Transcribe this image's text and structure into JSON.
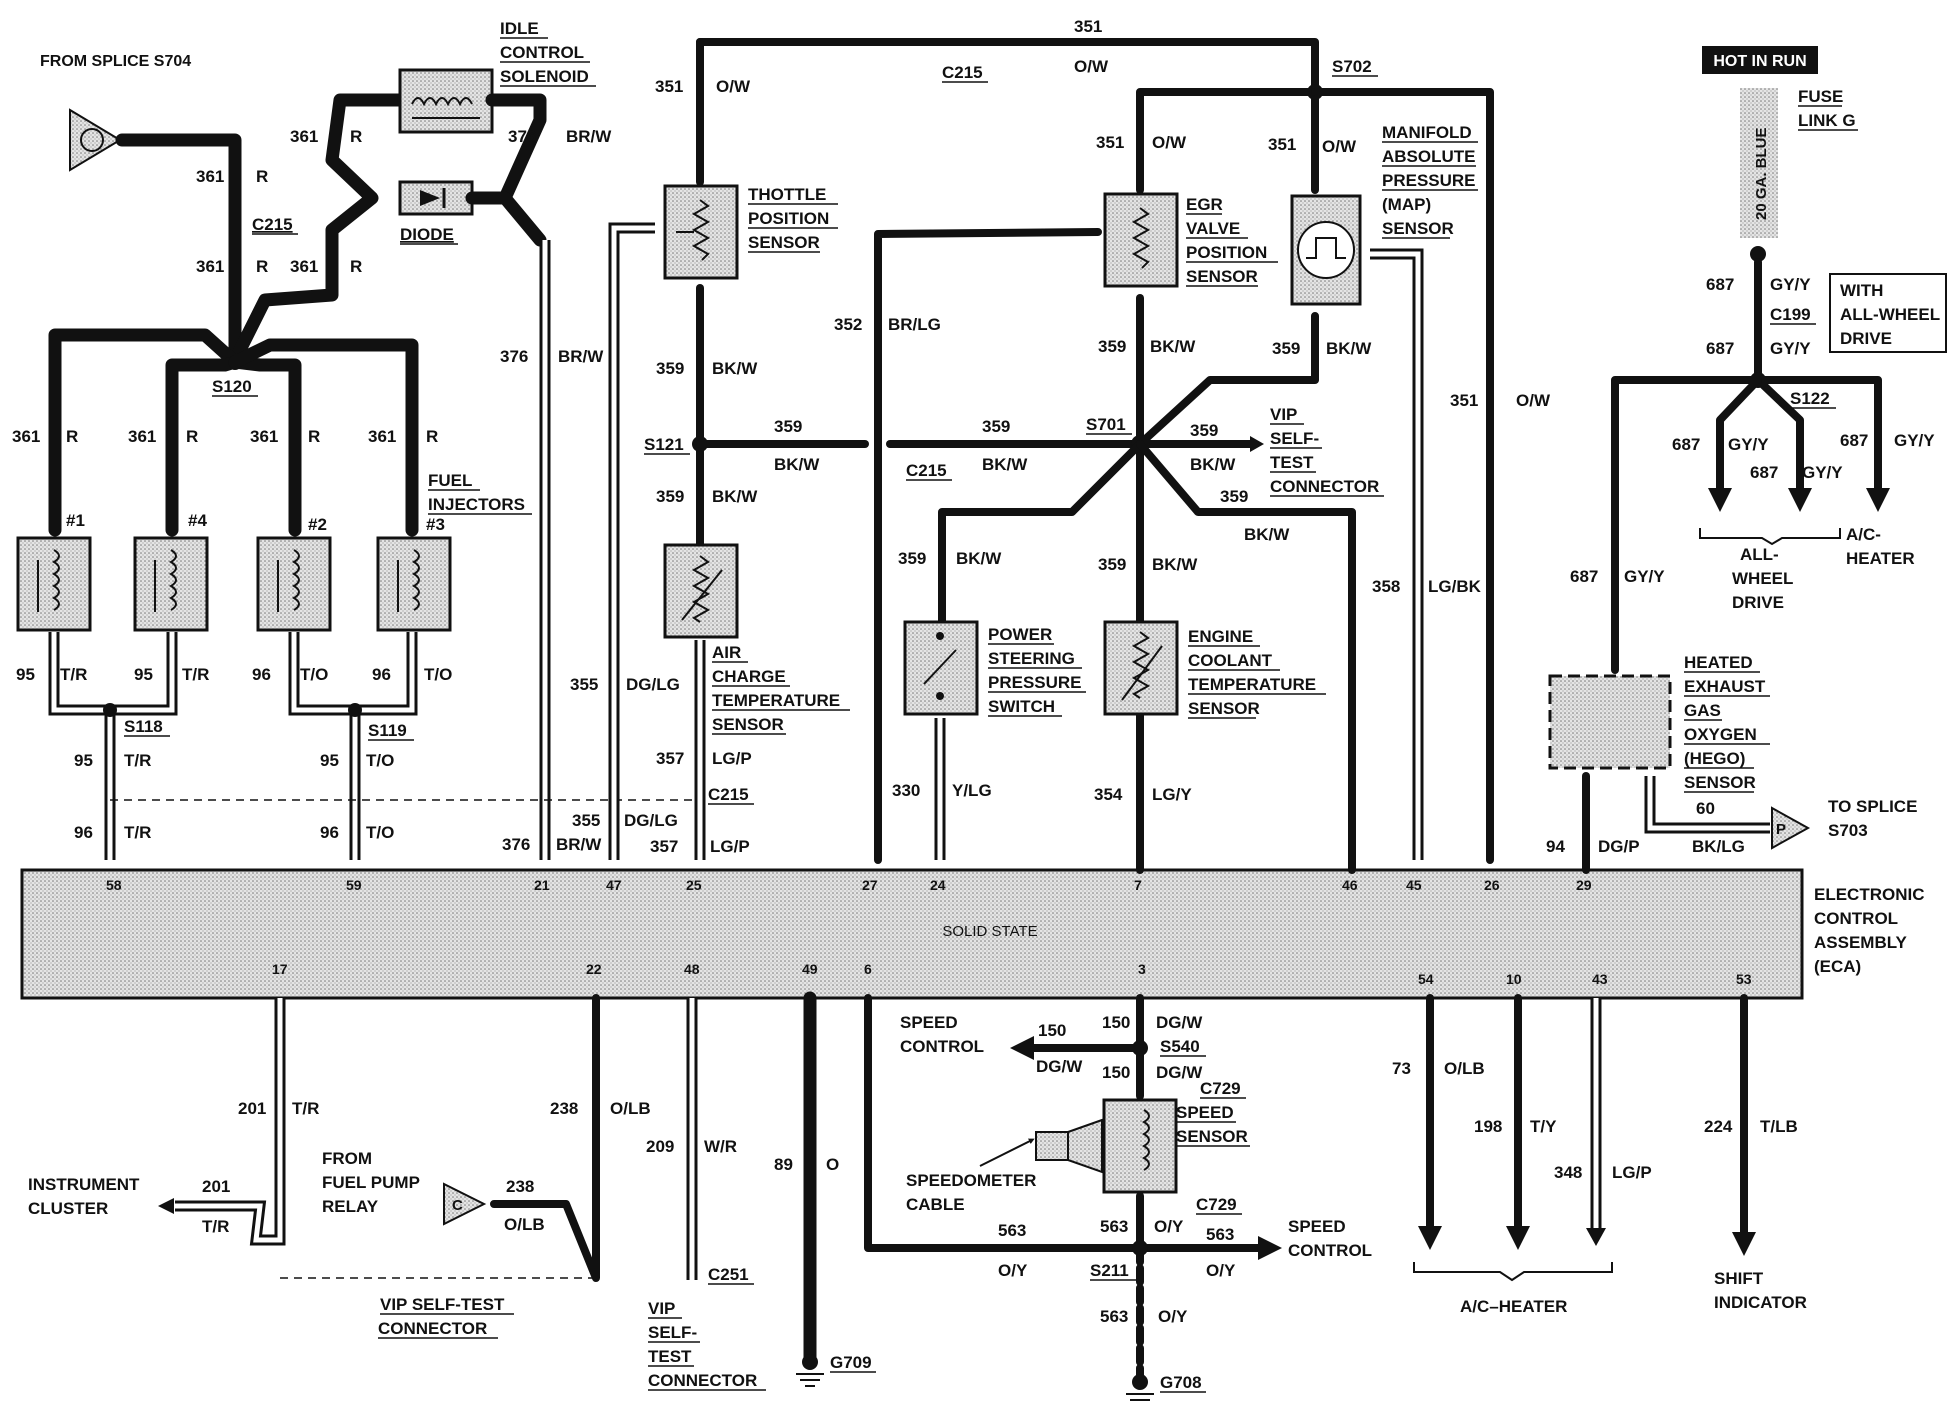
{
  "labels": {
    "from_splice_s704": "FROM SPLICE  S704",
    "idle_control_solenoid": [
      "IDLE",
      "CONTROL",
      "SOLENOID"
    ],
    "diode": "DIODE",
    "s120": "S120",
    "c215": "C215",
    "fuel_injectors": [
      "FUEL",
      "INJECTORS"
    ],
    "inj1": "#1",
    "inj2": "#2",
    "inj3": "#3",
    "inj4": "#4",
    "s118": "S118",
    "s119": "S119",
    "throttle_position_sensor": [
      "THOTTLE",
      "POSITION",
      "SENSOR"
    ],
    "s121": "S121",
    "air_charge_temperature_sensor": [
      "AIR",
      "CHARGE",
      "TEMPERATURE",
      "SENSOR"
    ],
    "egr_valve_position_sensor": [
      "EGR",
      "VALVE",
      "POSITION",
      "SENSOR"
    ],
    "s701": "S701",
    "s702": "S702",
    "map_sensor": [
      "MANIFOLD",
      "ABSOLUTE",
      "PRESSURE",
      "(MAP)",
      "SENSOR"
    ],
    "vip_self_test_connector_top": [
      "VIP",
      "SELF-",
      "TEST",
      "CONNECTOR"
    ],
    "power_steering_pressure_switch": [
      "POWER",
      "STEERING",
      "PRESSURE",
      "SWITCH"
    ],
    "engine_coolant_temperature_sensor": [
      "ENGINE",
      "COOLANT",
      "TEMPERATURE",
      "SENSOR"
    ],
    "hot_in_run": "HOT IN RUN",
    "fuse_link_g": [
      "FUSE",
      "LINK G"
    ],
    "fuse_wire": "20 GA. BLUE",
    "c199": "C199",
    "with_awd": [
      "WITH",
      "ALL-WHEEL",
      "DRIVE"
    ],
    "s122": "S122",
    "all_wheel_drive": [
      "ALL-",
      "WHEEL",
      "DRIVE"
    ],
    "ac_heater_top": [
      "A/C-",
      "HEATER"
    ],
    "hego_sensor": [
      "HEATED",
      "EXHAUST",
      "GAS",
      "OXYGEN",
      "(HEGO)",
      "SENSOR"
    ],
    "to_splice_s703": [
      "TO SPLICE",
      "S703"
    ],
    "eca": [
      "ELECTRONIC",
      "CONTROL",
      "ASSEMBLY",
      "(ECA)"
    ],
    "solid_state": "SOLID STATE",
    "instrument_cluster": [
      "INSTRUMENT",
      "CLUSTER"
    ],
    "from_fuel_pump_relay": [
      "FROM",
      "FUEL PUMP",
      "RELAY"
    ],
    "vip_self_test_connector_bottom": [
      "VIP SELF-TEST",
      "CONNECTOR"
    ],
    "vip_self_test_connector_c251": [
      "VIP",
      "SELF-",
      "TEST",
      "CONNECTOR"
    ],
    "c251": "C251",
    "g709": "G709",
    "g708": "G708",
    "speed_control_1": [
      "SPEED",
      "CONTROL"
    ],
    "speed_control_2": [
      "SPEED",
      "CONTROL"
    ],
    "s540": "S540",
    "c729": "C729",
    "speed_sensor": [
      "SPEED",
      "SENSOR"
    ],
    "speedometer_cable": [
      "SPEEDOMETER",
      "CABLE"
    ],
    "s211": "S211",
    "ac_heater_bottom": "A/C–HEATER",
    "shift_indicator": [
      "SHIFT",
      "INDICATOR"
    ],
    "connector_c": "C",
    "connector_p": "P"
  },
  "pins_top": [
    "58",
    "59",
    "21",
    "47",
    "25",
    "27",
    "24",
    "7",
    "46",
    "45",
    "26",
    "29"
  ],
  "pins_bottom": [
    "17",
    "22",
    "48",
    "49",
    "6",
    "3",
    "54",
    "10",
    "43",
    "53"
  ],
  "wires": {
    "w361": "361",
    "c_R": "R",
    "w376": "376",
    "c_BRW": "BR/W",
    "w351": "351",
    "c_OW": "O/W",
    "w352": "352",
    "c_BRLG": "BR/LG",
    "w359": "359",
    "c_BKW": "BK/W",
    "w355": "355",
    "c_DGLG": "DG/LG",
    "w357": "357",
    "c_LGP": "LG/P",
    "w330": "330",
    "c_YLG": "Y/LG",
    "w354": "354",
    "c_LGY": "LG/Y",
    "w358": "358",
    "c_LGBK": "LG/BK",
    "w95": "95",
    "c_TR": "T/R",
    "w96": "96",
    "c_TO": "T/O",
    "w687": "687",
    "c_GYY": "GY/Y",
    "w94": "94",
    "c_DGP": "DG/P",
    "w60": "60",
    "c_BKLG": "BK/LG",
    "w201": "201",
    "w238": "238",
    "c_OLB": "O/LB",
    "w209": "209",
    "c_WR": "W/R",
    "w89": "89",
    "c_O": "O",
    "w150": "150",
    "c_DGW": "DG/W",
    "w563": "563",
    "c_OY": "O/Y",
    "w73": "73",
    "w198": "198",
    "c_TY": "T/Y",
    "w348": "348",
    "w224": "224",
    "c_TLB": "T/LB"
  }
}
